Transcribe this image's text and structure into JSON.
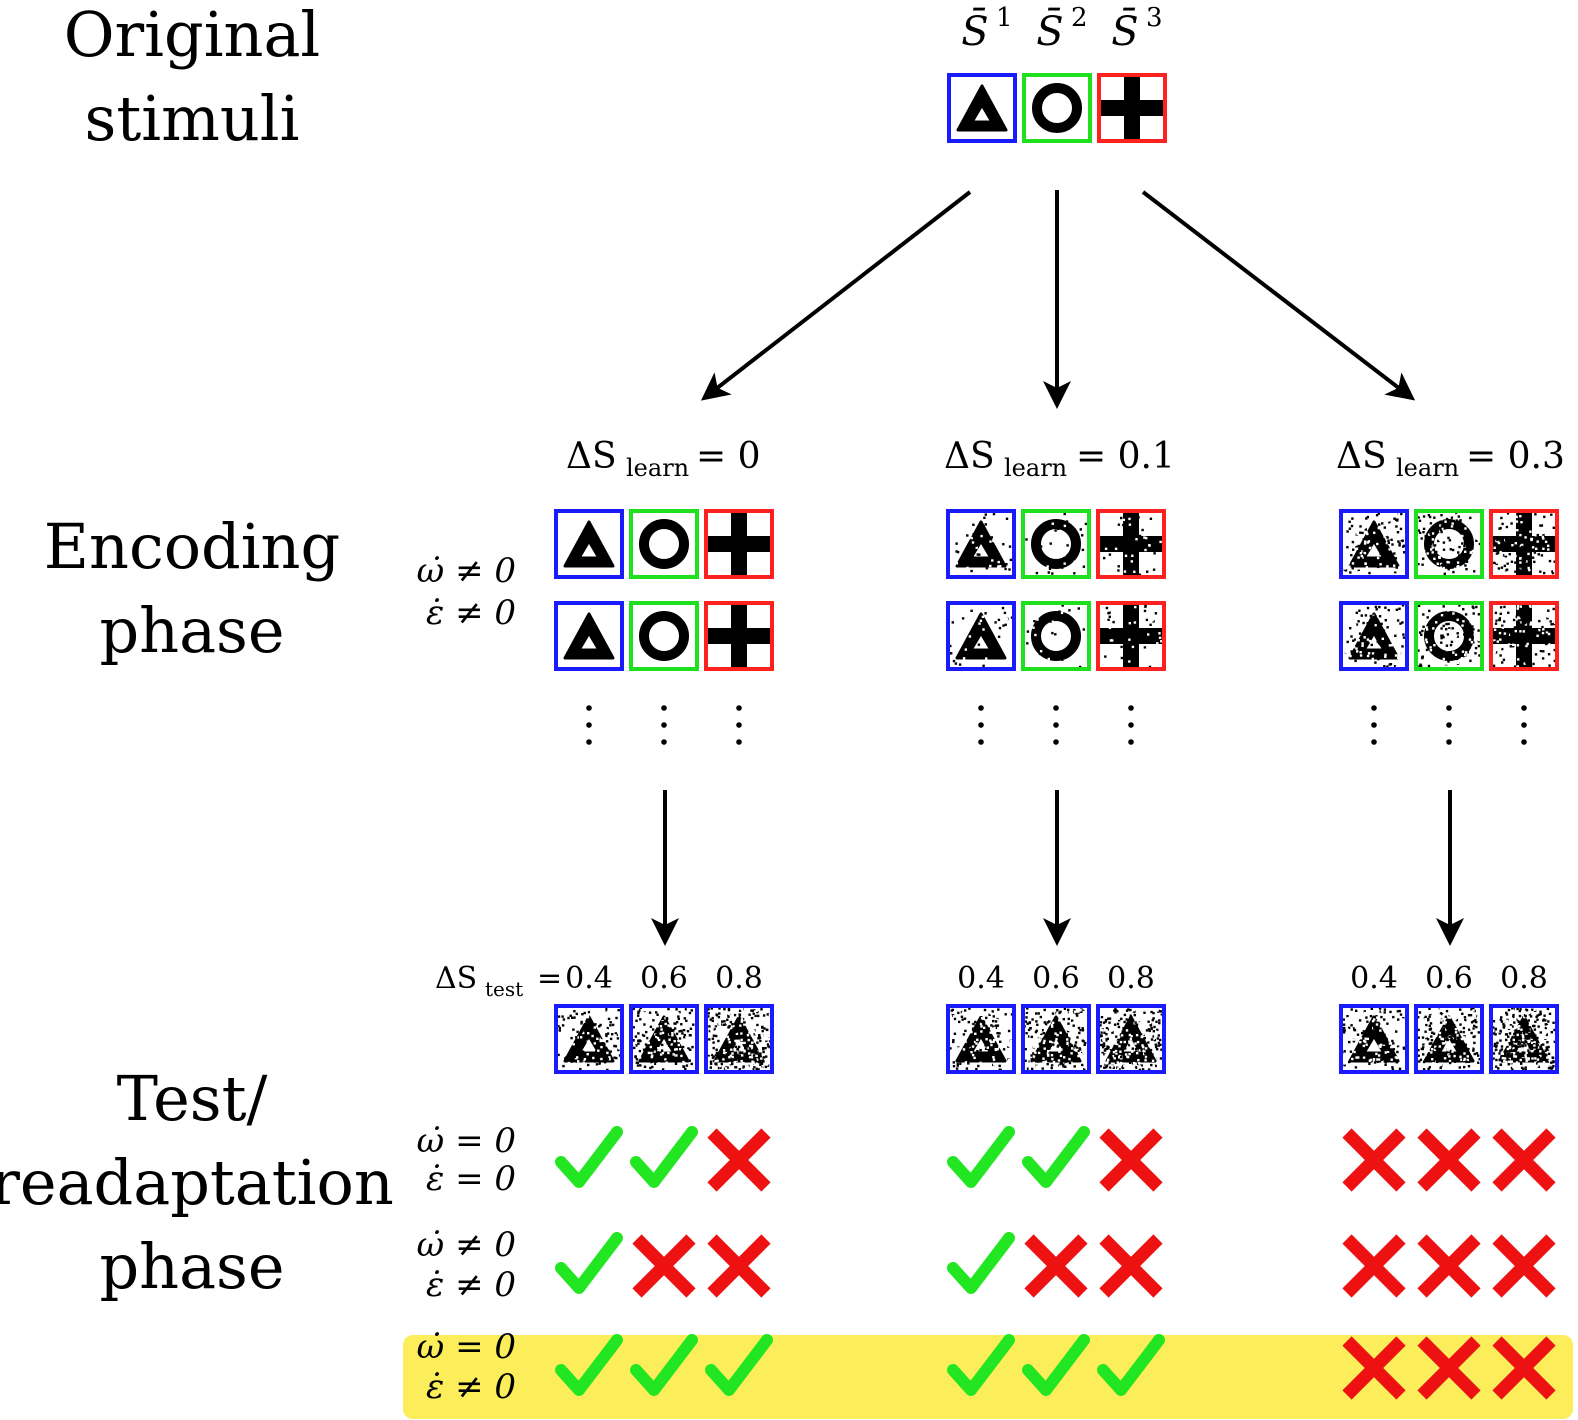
{
  "phases": {
    "original": [
      "Original",
      "stimuli"
    ],
    "encoding": [
      "Encoding",
      "phase"
    ],
    "test": [
      "Test/",
      "readaptation",
      "phase"
    ]
  },
  "stimuli": [
    {
      "symbol": "S̄",
      "index": "1",
      "shape": "triangle",
      "frame_color": "#1a1aff"
    },
    {
      "symbol": "S̄",
      "index": "2",
      "shape": "circle",
      "frame_color": "#1fe01f"
    },
    {
      "symbol": "S̄",
      "index": "3",
      "shape": "cross",
      "frame_color": "#ff2020"
    }
  ],
  "columns": [
    {
      "learn_label": "ΔS",
      "learn_sub": "learn",
      "learn_value": "= 0",
      "noise_learn": 0.0,
      "test_results": [
        [
          "check",
          "check",
          "cross"
        ],
        [
          "check",
          "cross",
          "cross"
        ],
        [
          "check",
          "check",
          "check"
        ]
      ]
    },
    {
      "learn_label": "ΔS",
      "learn_sub": "learn",
      "learn_value": "= 0.1",
      "noise_learn": 0.1,
      "test_results": [
        [
          "check",
          "check",
          "cross"
        ],
        [
          "check",
          "cross",
          "cross"
        ],
        [
          "check",
          "check",
          "check"
        ]
      ]
    },
    {
      "learn_label": "ΔS",
      "learn_sub": "learn",
      "learn_value": "= 0.3",
      "noise_learn": 0.3,
      "test_results": [
        [
          "cross",
          "cross",
          "cross"
        ],
        [
          "cross",
          "cross",
          "cross"
        ],
        [
          "cross",
          "cross",
          "cross"
        ]
      ]
    }
  ],
  "encoding_conditions": {
    "omega": "ω̇ ≠ 0",
    "epsilon": "ε̇ ≠ 0"
  },
  "test_label": {
    "symbol": "ΔS",
    "sub": "test",
    "eq": "="
  },
  "test_values": [
    "0.4",
    "0.6",
    "0.8"
  ],
  "test_conditions": [
    {
      "omega": "ω̇ = 0",
      "epsilon": "ε̇ = 0",
      "highlight": false
    },
    {
      "omega": "ω̇ ≠ 0",
      "epsilon": "ε̇ ≠ 0",
      "highlight": false
    },
    {
      "omega": "ω̇ = 0",
      "epsilon": "ε̇ ≠ 0",
      "highlight": true
    }
  ],
  "colors": {
    "check": "#22e622",
    "cross": "#ee1111",
    "highlight": "#fbee5a",
    "blue": "#1a1aff",
    "green": "#1fe01f",
    "red": "#ff2020"
  }
}
